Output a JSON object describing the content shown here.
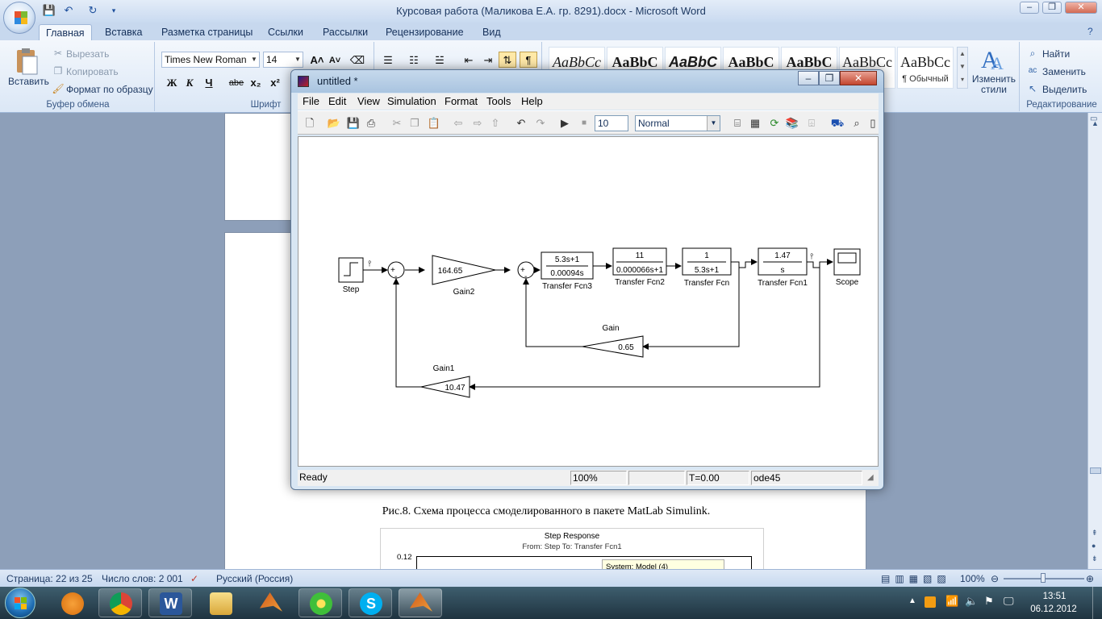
{
  "word": {
    "title": "Курсовая работа (Маликова Е.А. гр. 8291).docx - Microsoft Word",
    "tabs": [
      "Главная",
      "Вставка",
      "Разметка страницы",
      "Ссылки",
      "Рассылки",
      "Рецензирование",
      "Вид"
    ],
    "active_tab": "Главная",
    "clipboard": {
      "paste": "Вставить",
      "cut": "Вырезать",
      "copy": "Копировать",
      "format_painter": "Формат по образцу",
      "label": "Буфер обмена"
    },
    "font": {
      "name": "Times New Roman",
      "size": "14",
      "label": "Шрифт",
      "bold": "Ж",
      "italic": "К",
      "underline": "Ч",
      "strike": "abe",
      "sub": "x₂",
      "sup": "x²"
    },
    "styles": {
      "tiles": [
        {
          "sample": "AaBbCc",
          "name": ""
        },
        {
          "sample": "AaBbC",
          "name": ""
        },
        {
          "sample": "AaBbC",
          "name": ""
        },
        {
          "sample": "AaBbC",
          "name": ""
        },
        {
          "sample": "AaBbC",
          "name": ""
        },
        {
          "sample": "AaBbCc",
          "name": ""
        },
        {
          "sample": "AaBbCc",
          "name": "¶ Обычный"
        }
      ],
      "change": "Изменить стили"
    },
    "editing": {
      "find": "Найти",
      "replace": "Заменить",
      "select": "Выделить",
      "label": "Редактирование"
    },
    "document": {
      "caption": "Рис.8. Схема процесса смоделированного в пакете MatLab Simulink.",
      "plot_title": "Step Response",
      "plot_subtitle": "From: Step  To: Transfer Fcn1",
      "plot_ytick": "0.12",
      "plot_tooltip": "System: Model (4)"
    },
    "status": {
      "page": "Страница: 22 из 25",
      "words": "Число слов: 2 001",
      "lang": "Русский (Россия)",
      "zoom": "100%"
    }
  },
  "simulink": {
    "title": "untitled *",
    "menu": [
      "File",
      "Edit",
      "View",
      "Simulation",
      "Format",
      "Tools",
      "Help"
    ],
    "stop_time": "10",
    "mode": "Normal",
    "blocks": {
      "step": "Step",
      "gain2_value": "164.65",
      "gain2": "Gain2",
      "tf3_num": "5.3s+1",
      "tf3_den": "0.00094s",
      "tf3": "Transfer Fcn3",
      "tf2_num": "11",
      "tf2_den": "0.000066s+1",
      "tf2": "Transfer Fcn2",
      "tf_num": "1",
      "tf_den": "5.3s+1",
      "tf": "Transfer Fcn",
      "tf1_num": "1.47",
      "tf1_den": "s",
      "tf1": "Transfer Fcn1",
      "scope": "Scope",
      "gain_value": "0.65",
      "gain": "Gain",
      "gain1_value": "10.47",
      "gain1": "Gain1",
      "sum_plus": "+",
      "sum_minus": "-"
    },
    "status": {
      "state": "Ready",
      "zoom": "100%",
      "time": "T=0.00",
      "solver": "ode45"
    }
  },
  "taskbar": {
    "apps": [
      "avast",
      "chrome",
      "word",
      "explorer",
      "matlab",
      "icq",
      "skype",
      "matlab-active"
    ],
    "time": "13:51",
    "date": "06.12.2012"
  },
  "colors": {
    "ribbon": "#dbe7f6",
    "word_accent": "#2b579a",
    "taskbar": "#2a4452"
  }
}
